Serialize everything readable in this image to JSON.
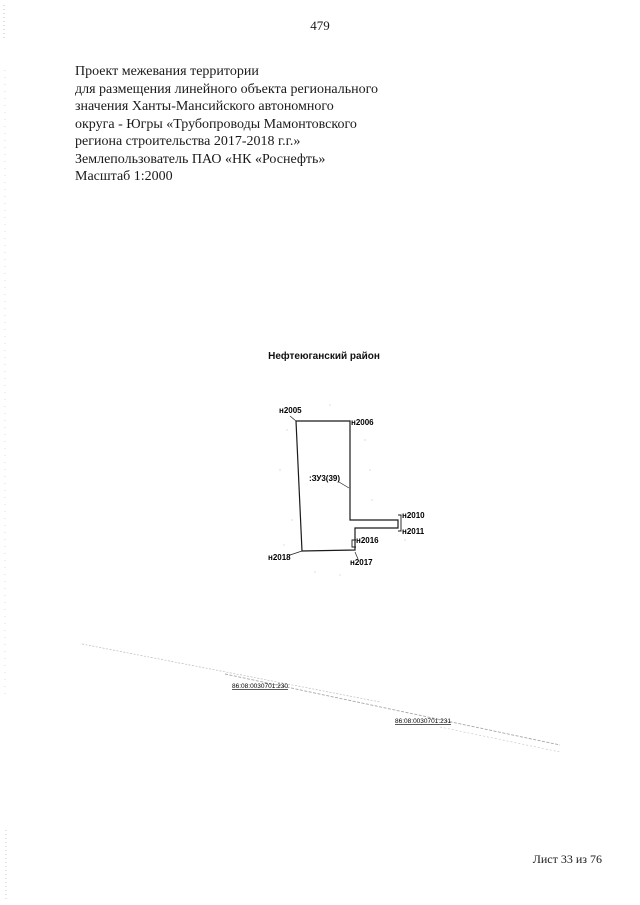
{
  "page_number": "479",
  "header_lines": [
    "Проект межевания территории",
    "для размещения линейного объекта регионального",
    "значения Ханты-Мансийского автономного",
    "округа - Югры «Трубопроводы Мамонтовского",
    "региона строительства 2017-2018 г.г.»",
    "Землепользователь ПАО «НК «Роснефть»",
    "Масштаб 1:2000"
  ],
  "district": "Нефтеюганский район",
  "parcel_label": ":ЗУ3(39)",
  "points": [
    "н2005",
    "н2006",
    "н2010",
    "н2011",
    "н2016",
    "н2017",
    "н2018"
  ],
  "cadastral_labels": [
    "86:08:0030701:230",
    "86:08:0030701:231"
  ],
  "sheet_label": "Лист 33 из 76"
}
